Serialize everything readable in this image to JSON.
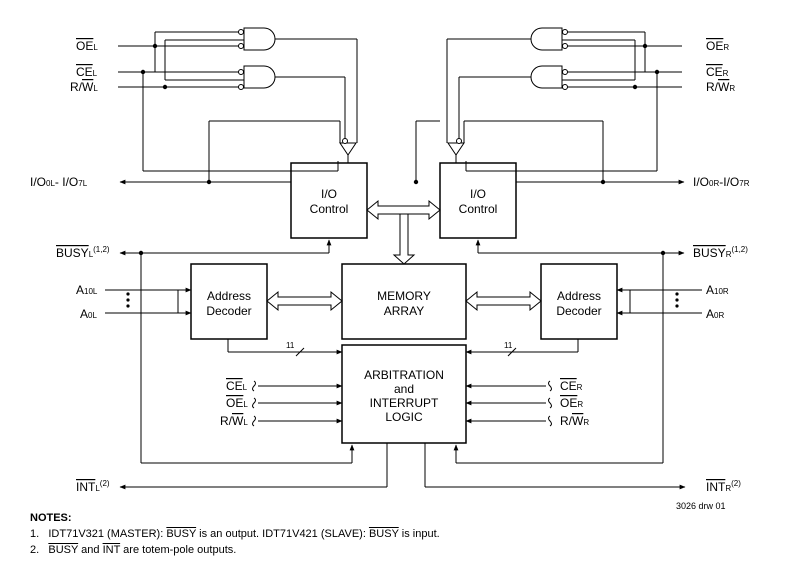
{
  "signals": {
    "oe_l": "OE",
    "oe_l_sub": "L",
    "ce_l": "CE",
    "ce_l_sub": "L",
    "rw_l_r": "R/",
    "rw_l_w": "W",
    "rw_l_sub": "L",
    "oe_r": "OE",
    "oe_r_sub": "R",
    "ce_r": "CE",
    "ce_r_sub": "R",
    "rw_r_r": "R/",
    "rw_r_w": "W",
    "rw_r_sub": "R",
    "io_l_a": "I/O",
    "io_l_a_sub": "0L",
    "io_l_sep": "- I/O",
    "io_l_b_sub": "7L",
    "io_r_a": "I/O",
    "io_r_a_sub": "0R",
    "io_r_sep": "-I/O",
    "io_r_b_sub": "7R",
    "busy_l": "BUSY",
    "busy_l_sub": "L",
    "busy_l_note": "(1,2)",
    "busy_r": "BUSY",
    "busy_r_sub": "R",
    "busy_r_note": "(1,2)",
    "a10_l": "A",
    "a10_l_sub": "10L",
    "a0_l": "A",
    "a0_l_sub": "0L",
    "a10_r": "A",
    "a10_r_sub": "10R",
    "a0_r": "A",
    "a0_r_sub": "0R",
    "bus_width": "11",
    "int_l": "INT",
    "int_l_sub": "L",
    "int_l_note": "(2)",
    "int_r": "INT",
    "int_r_sub": "R",
    "int_r_note": "(2)"
  },
  "blocks": {
    "io_control_1": "I/O",
    "io_control_2": "Control",
    "addr_dec_1": "Address",
    "addr_dec_2": "Decoder",
    "memory_1": "MEMORY",
    "memory_2": "ARRAY",
    "arb_1": "ARBITRATION",
    "arb_2": "and",
    "arb_3": "INTERRUPT",
    "arb_4": "LOGIC"
  },
  "drawing_number": "3026 drw 01",
  "notes": {
    "title": "NOTES:",
    "n1_num": "1.",
    "n1_a": "IDT71V321 (MASTER): ",
    "n1_busy1": "BUSY",
    "n1_b": " is an output. IDT71V421 (SLAVE): ",
    "n1_busy2": "BUSY",
    "n1_c": " is input.",
    "n2_num": "2.",
    "n2_busy": "BUSY",
    "n2_and": " and ",
    "n2_int": "INT",
    "n2_c": " are totem-pole outputs."
  }
}
